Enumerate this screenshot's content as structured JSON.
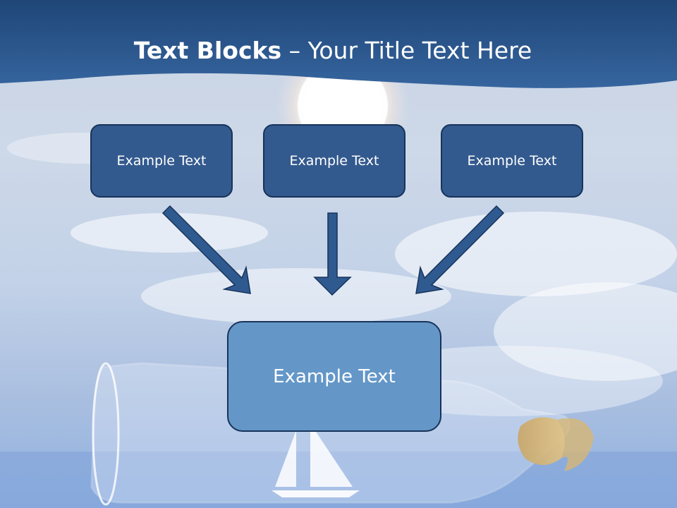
{
  "title": {
    "bold": "Text Blocks",
    "dash": " – ",
    "rest": "Your Title Text Here"
  },
  "boxes": {
    "left": "Example Text",
    "middle": "Example Text",
    "right": "Example Text",
    "bottom": "Example Text"
  },
  "colors": {
    "header": "#2a5592",
    "box_fill": "#335a8e",
    "box_border": "#17335a",
    "bottom_fill": "#6497c8",
    "arrow": "#2f5a90"
  }
}
